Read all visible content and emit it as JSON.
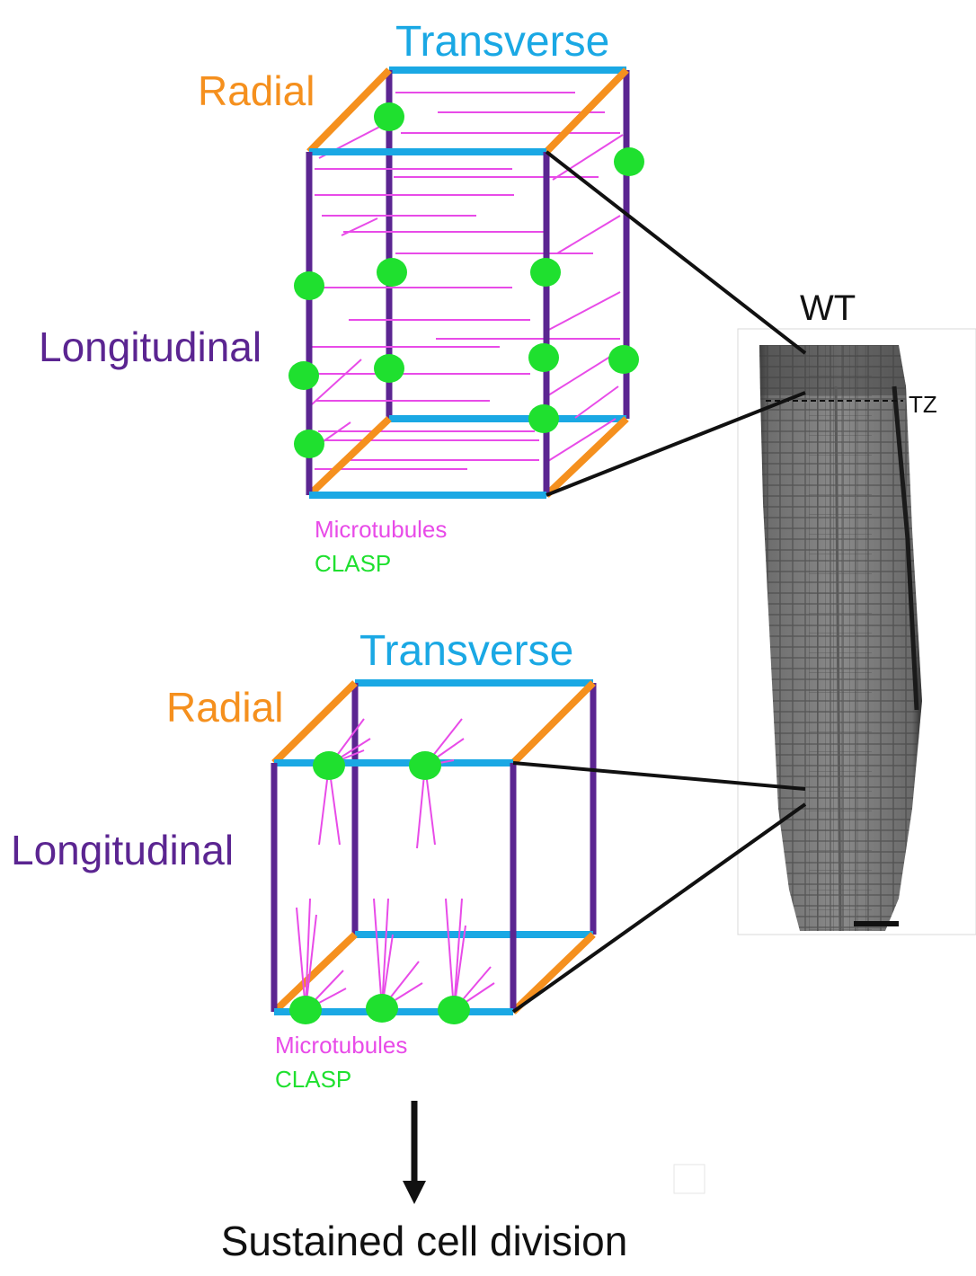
{
  "top_cube": {
    "label_transverse": "Transverse",
    "label_radial": "Radial",
    "label_longitudinal": "Longitudinal",
    "legend_microtubules": "Microtubules",
    "legend_clasp": "CLASP"
  },
  "bottom_cube": {
    "label_transverse": "Transverse",
    "label_radial": "Radial",
    "label_longitudinal": "Longitudinal",
    "legend_microtubules": "Microtubules",
    "legend_clasp": "CLASP"
  },
  "root_image": {
    "title": "WT",
    "zone_label": "TZ"
  },
  "outcome": {
    "label": "Sustained cell division"
  },
  "colors": {
    "transverse": "#1aa8e4",
    "radial": "#f5901e",
    "longitudinal": "#5b2591",
    "microtubules": "#e84be8",
    "clasp": "#1fe02f",
    "text": "#111111"
  }
}
